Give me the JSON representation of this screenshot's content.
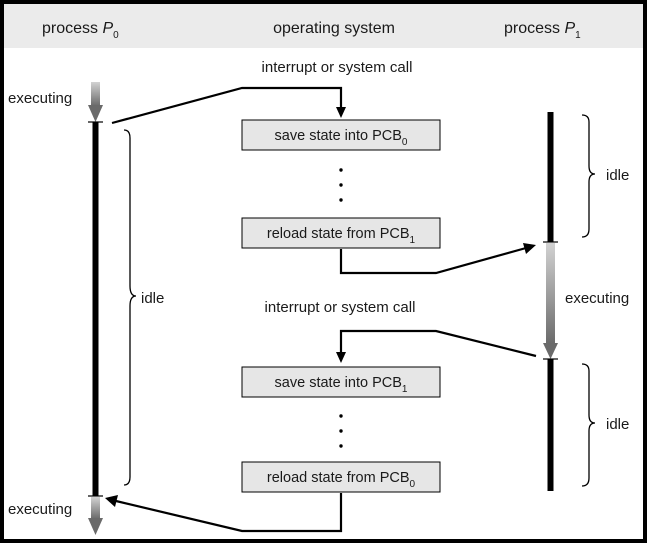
{
  "headers": {
    "p0": {
      "main": "process ",
      "sym": "P",
      "sub": "0"
    },
    "os": "operating system",
    "p1": {
      "main": "process ",
      "sym": "P",
      "sub": "1"
    }
  },
  "labels": {
    "interrupt_top": "interrupt or system call",
    "interrupt_mid": "interrupt or system call",
    "executing_p0_top": "executing",
    "executing_p0_bottom": "executing",
    "executing_p1": "executing",
    "idle_p0": "idle",
    "idle_p1_top": "idle",
    "idle_p1_bottom": "idle"
  },
  "boxes": {
    "save_1": {
      "text": "save state into PCB",
      "sub": "0"
    },
    "reload_1": {
      "text": "reload state from PCB",
      "sub": "1"
    },
    "save_2": {
      "text": "save state into PCB",
      "sub": "1"
    },
    "reload_2": {
      "text": "reload state from PCB",
      "sub": "0"
    }
  },
  "ellipsis": "⋮",
  "colors": {
    "header_band": "#ebebeb",
    "box_fill": "#e6e6e6",
    "line": "#000000"
  }
}
